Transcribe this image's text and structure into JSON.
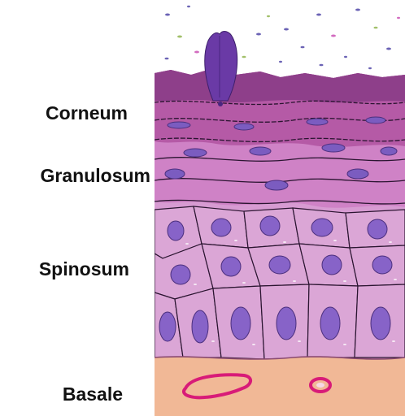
{
  "labels": {
    "corneum": "Corneum",
    "granulosum": "Granulosum",
    "spinosum": "Spinosum",
    "basale": "Basale"
  },
  "colors": {
    "surface_dark": "#8e3f8a",
    "corneum": "#b55aa6",
    "granulosum": "#cf82c6",
    "spinosum": "#d79bd2",
    "basale": "#f1b896",
    "nucleus": "#7b5cc0",
    "vessel": "#d81b78",
    "hair": "#6a3aa6"
  },
  "icons": {
    "hair_shaft": "hair-shaft-icon",
    "blood_vessel": "blood-vessel-icon"
  }
}
